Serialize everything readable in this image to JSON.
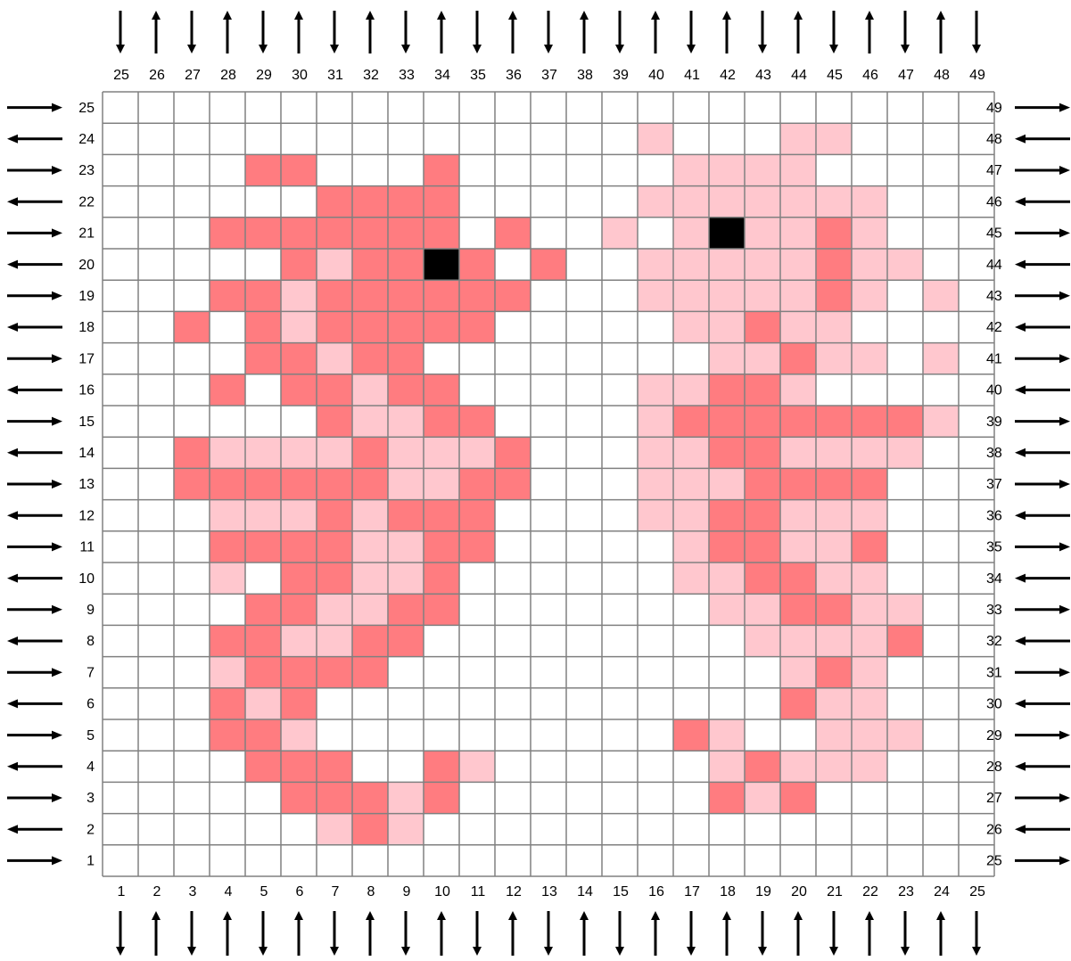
{
  "colors": {
    "dark_pink": "#FF7C80",
    "light_pink": "#FFC7CE",
    "black": "#000000",
    "white": "#FFFFFF",
    "grid_line": "#808080"
  },
  "legend_codes": {
    "D": "dark_pink",
    "L": "light_pink",
    "B": "black",
    ".": "white"
  },
  "grids": [
    {
      "top_labels": [
        "25",
        "26",
        "27",
        "28",
        "29",
        "30",
        "31",
        "32",
        "33",
        "34",
        "35",
        "36",
        "37",
        "38",
        "39",
        "40",
        "41",
        "42",
        "43",
        "44",
        "45",
        "46",
        "47",
        "48",
        "49"
      ],
      "bottom_labels": [
        "1",
        "2",
        "3",
        "4",
        "5",
        "6",
        "7",
        "8",
        "9",
        "10",
        "11",
        "12",
        "13",
        "14",
        "15",
        "16",
        "17",
        "18",
        "19",
        "20",
        "21",
        "22",
        "23",
        "24",
        "25"
      ],
      "left_labels": [
        "25",
        "24",
        "23",
        "22",
        "21",
        "20",
        "19",
        "18",
        "17",
        "16",
        "15",
        "14",
        "13",
        "12",
        "11",
        "10",
        "9",
        "8",
        "7",
        "6",
        "5",
        "4",
        "3",
        "2",
        "1"
      ],
      "right_labels": [
        "49",
        "48",
        "47",
        "46",
        "45",
        "44",
        "43",
        "42",
        "41",
        "40",
        "39",
        "38",
        "37",
        "36",
        "35",
        "34",
        "33",
        "32",
        "31",
        "30",
        "29",
        "28",
        "27",
        "26",
        "25"
      ],
      "top_arrows": [
        "down",
        "up",
        "down",
        "up",
        "down",
        "up",
        "down",
        "up",
        "down",
        "up",
        "down",
        "up",
        "down",
        "up",
        "down",
        "up",
        "down",
        "up",
        "down",
        "up",
        "down",
        "up",
        "down",
        "up",
        "down"
      ],
      "bottom_arrows": [
        "down",
        "up",
        "down",
        "up",
        "down",
        "up",
        "down",
        "up",
        "down",
        "up",
        "down",
        "up",
        "down",
        "up",
        "down",
        "up",
        "down",
        "up",
        "down",
        "up",
        "down",
        "up",
        "down",
        "up",
        "down"
      ],
      "left_arrows": [
        "right",
        "left",
        "right",
        "left",
        "right",
        "left",
        "right",
        "left",
        "right",
        "left",
        "right",
        "left",
        "right",
        "left",
        "right",
        "left",
        "right",
        "left",
        "right",
        "left",
        "right",
        "left",
        "right",
        "left",
        "right"
      ],
      "right_arrows": [
        "right",
        "left",
        "right",
        "left",
        "right",
        "left",
        "right",
        "left",
        "right",
        "left",
        "right",
        "left",
        "right",
        "left",
        "right",
        "left",
        "right",
        "left",
        "right",
        "left",
        "right",
        "left",
        "right",
        "left",
        "right"
      ],
      "rows": [
        ".........................",
        "...............L...LL....",
        "....DD...D......LLLL.....",
        "......DDDD.....LLLLLLL...",
        "...DDDDDDD.D..L.LBLLDL...",
        ".....DLDDBD.D..LLLLLDLL..",
        "...DDLDDDDDD...LLLLLDL.L.",
        "..D.DLDDDDD.....LLDLL....",
        "....DDLDD........LLDLL.L.",
        "...D.DDLDD.....LLDDL.....",
        "......DLLDD....LDDDDDDDL.",
        "..DLLLLDLLLD...LLDDLLLL..",
        "..DDDDDDLLDD...LLLDDDD...",
        "...LLLDLDDD....LLDDLLL...",
        "...DDDDLLDD.....LDDLLD...",
        "...L.DDLLD......LLDDLL...",
        "....DDLLDD.......LLDDLL..",
        "...DDLLDD.........LLLLD..",
        "...LDDDD...........LDL...",
        "...DLD.............DLL...",
        "...DDL..........DL..LLL..",
        "....DDD..DL......LDLLL...",
        ".....DDDLD.......DLD.....",
        "......LDL................",
        "........................."
      ]
    }
  ]
}
